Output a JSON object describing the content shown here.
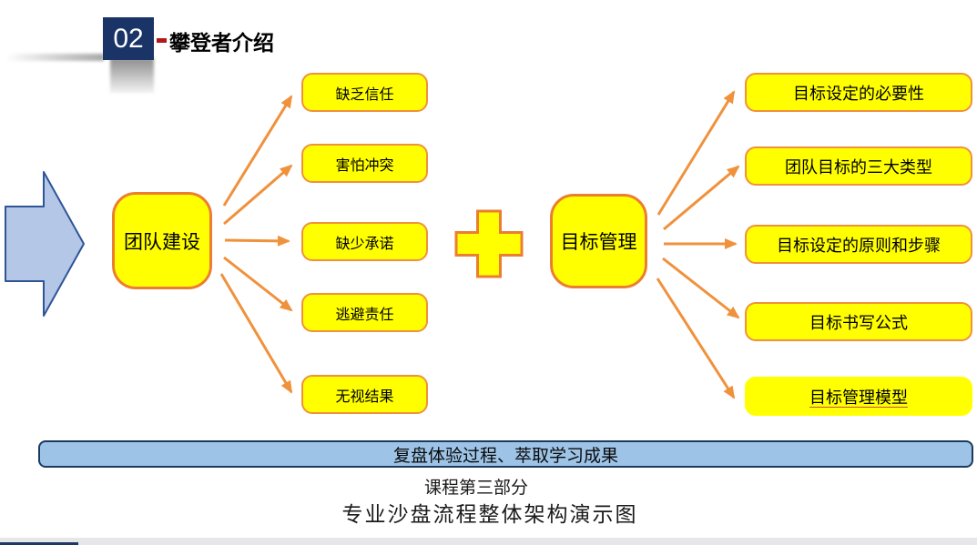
{
  "header": {
    "section_number": "02",
    "title": "攀登者介绍"
  },
  "diagram": {
    "left_node": "团队建设",
    "left_items": [
      "缺乏信任",
      "害怕冲突",
      "缺少承诺",
      "逃避责任",
      "无视结果"
    ],
    "plus_symbol": "+",
    "right_node": "目标管理",
    "right_items": [
      "目标设定的必要性",
      "团队目标的三大类型",
      "目标设定的原则和步骤",
      "目标书写公式",
      "目标管理模型"
    ]
  },
  "footer": {
    "banner": "复盘体验过程、萃取学习成果",
    "caption_line1": "课程第三部分",
    "caption_line2": "专业沙盘流程整体架构演示图"
  },
  "colors": {
    "highlight_yellow": "#FFFF00",
    "node_border_orange": "#ED7D31",
    "connector_orange": "#F0913C",
    "block_arrow_blue": "#B4C7E7",
    "block_arrow_border": "#2E5597",
    "banner_blue": "#9DC3E6",
    "section_navy": "#1A3468",
    "rule_red": "#B01917",
    "underline_red": "#C0504D",
    "bottom_strip_gray": "#E7E7E9"
  }
}
